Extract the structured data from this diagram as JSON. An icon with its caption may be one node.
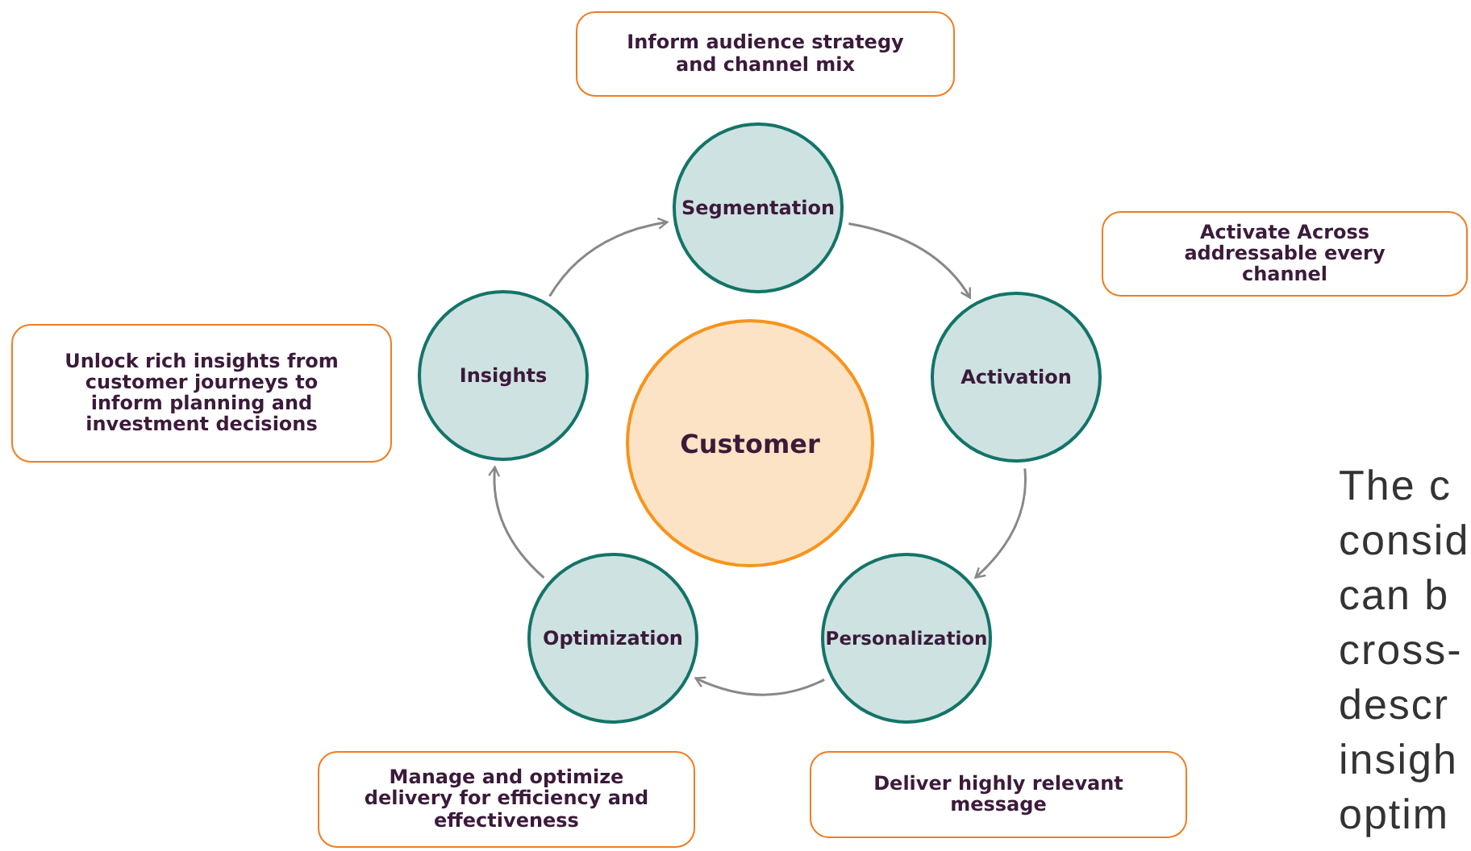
{
  "diagram": {
    "nodes": [
      {
        "text": [
          "Inform audience strategy and channel mix"
        ]
      },
      {
        "text": [
          "Segmentation"
        ]
      },
      {
        "text": [
          "Activate Across addressable every channel"
        ]
      },
      {
        "text": [
          "Unlock rich insights from customer journeys to inform planning and investment decisions"
        ]
      },
      {
        "text": [
          "Insights"
        ]
      },
      {
        "text": [
          "Customer"
        ]
      },
      {
        "text": [
          "Activation"
        ]
      },
      {
        "text": [
          "Optimization"
        ]
      },
      {
        "text": [
          "Personalization"
        ]
      },
      {
        "text": [
          "Manage and optimize delivery for efficiency and effectiveness"
        ]
      },
      {
        "text": [
          "Deliver highly relevant message"
        ]
      }
    ],
    "edges": [
      {
        "from": 1,
        "to": 6,
        "arrow": "to"
      },
      {
        "from": 6,
        "to": 8,
        "arrow": "to"
      },
      {
        "from": 8,
        "to": 7,
        "arrow": "to"
      },
      {
        "from": 7,
        "to": 4,
        "arrow": "to"
      },
      {
        "from": 4,
        "to": 1,
        "arrow": "to"
      }
    ],
    "labels": [
      "The c",
      "consid",
      "can b",
      "cross-",
      "descr",
      "insigh",
      "optim"
    ]
  }
}
